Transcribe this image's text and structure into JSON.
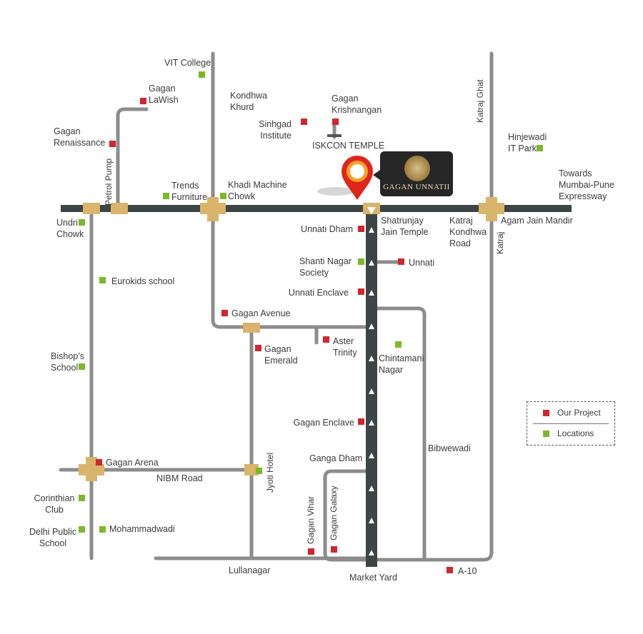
{
  "brand": {
    "name": "GAGAN UNNATII",
    "logo": "gagan-unnatii-emblem"
  },
  "legend": {
    "our_project": "Our Project",
    "locations": "Locations",
    "our_project_color": "#d0262e",
    "locations_color": "#7ab929"
  },
  "labels": {
    "vit_college": "VIT College",
    "gagan_lawish": "Gagan\nLaWish",
    "kondhwa_khurd": "Kondhwa\nKhurd",
    "gagan_krishnangan": "Gagan\nKrishnangan",
    "sinhgad_institute": "Sinhgad\nInstitute",
    "iskcon_temple": "ISKCON TEMPLE",
    "gagan_renaissance": "Gagan\nRenaissance",
    "katraj_ghat": "Katraj Ghat",
    "hinjewadi": "Hinjewadi\nIT Park",
    "towards_expressway": "Towards\nMumbai-Pune\nExpressway",
    "petrol_pump": "Petrol Pump",
    "trends_furniture": "Trends\nFurniture",
    "khadi_machine_chowk": "Khadi Machine\nChowk",
    "undri_chowk": "Undri\nChowk",
    "shatrunjay": "Shatrunjay\nJain Temple",
    "katraj_kondhwa_road": "Katraj\nKondhwa\nRoad",
    "agam_jain_mandir": "Agam Jain Mandir",
    "katraj": "Katraj",
    "unnati_dham": "Unnati Dham",
    "shanti_nagar": "Shanti Nagar\nSociety",
    "unnati": "Unnati",
    "unnati_enclave": "Unnati Enclave",
    "eurokids": "Eurokids school",
    "gagan_avenue": "Gagan Avenue",
    "aster_trinity": "Aster\nTrinity",
    "gagan_emerald": "Gagan\nEmerald",
    "chintamani_nagar": "Chintamani\nNagar",
    "bishops_school": "Bishop’s\nSchool",
    "gagan_enclave": "Gagan Enclave",
    "bibwewadi": "Bibwewadi",
    "ganga_dham": "Ganga Dham",
    "gagan_arena": "Gagan Arena",
    "nibm_road": "NIBM Road",
    "jyoti_hotel": "Jyoti Hotel",
    "corinthian_club": "Corinthian\nClub",
    "delhi_public_school": "Delhi Public\nSchool",
    "mohammadwadi": "Mohammadwadi",
    "gagan_vihar": "Gagan Vihar",
    "gagan_galaxy": "Gagan Galaxy",
    "lullanagar": "Lullanagar",
    "market_yard": "Market Yard",
    "a10": "A-10"
  },
  "colors": {
    "main_road": "#3d4646",
    "secondary_road": "#8c8c8c",
    "junction": "#d9b46a",
    "pin": "#e0251b"
  }
}
